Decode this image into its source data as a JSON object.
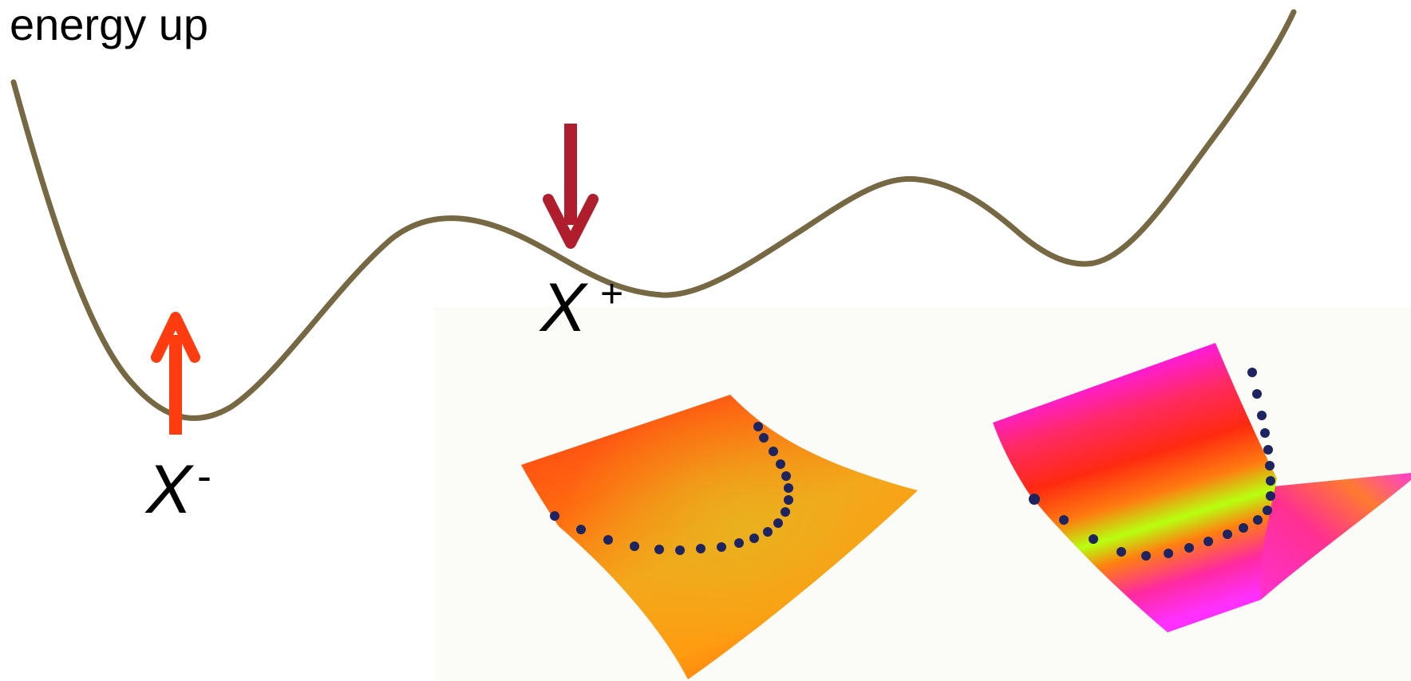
{
  "title": "energy up",
  "labels": {
    "minimum": {
      "base": "X",
      "sup": "-"
    },
    "maximum": {
      "base": "X",
      "sup": "+"
    }
  },
  "colors": {
    "curve": "#756843",
    "up_arrow": "#ff3b10",
    "down_arrow": "#b01e2e",
    "dot": "#1d2460"
  },
  "icons": {
    "up_arrow": "arrow-up-icon",
    "down_arrow": "arrow-down-icon"
  }
}
